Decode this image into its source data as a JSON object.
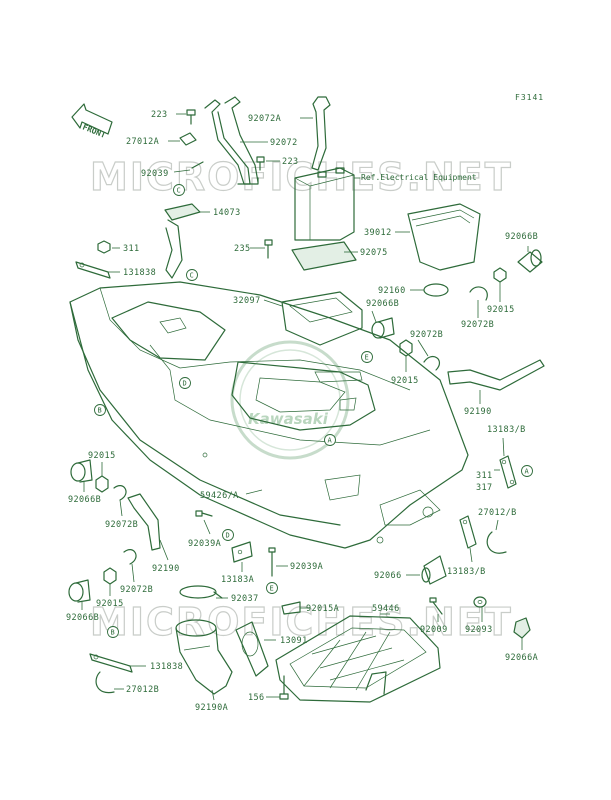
{
  "figure_code": "F3141",
  "front_label": "FRONT",
  "watermark_text": "MICROFICHES.NET",
  "logo_text": "Kawasaki",
  "reference_note": "Ref.Electrical Equipment",
  "callouts": [
    "C",
    "C",
    "D",
    "E",
    "A",
    "B",
    "A",
    "D",
    "E",
    "B"
  ],
  "part_labels": {
    "p223_top": "223",
    "p27012a_top": "27012A",
    "p92039_top": "92039",
    "p92072a": "92072A",
    "p92072": "92072",
    "p223_mid": "223",
    "p14073": "14073",
    "p39012": "39012",
    "p92066b_top": "92066B",
    "p235": "235",
    "p92075": "92075",
    "p311_top": "311",
    "p131838_top": "131838",
    "p32097": "32097",
    "p92160": "92160",
    "p92066b_mid": "92066B",
    "p92015_r1": "92015",
    "p92072b_r": "92072B",
    "p92072b_r2": "92072B",
    "p92015_r2": "92015",
    "p92190_r": "92190",
    "p13183b_top": "13183/B",
    "p311_r": "311",
    "p317_r": "317",
    "p92015_l1": "92015",
    "p92066b_l1": "92066B",
    "p59426a": "59426/A",
    "p92072b_l": "92072B",
    "p92190_l": "92190",
    "p92039a_l": "92039A",
    "p27012b_r": "27012/B",
    "p13183a": "13183A",
    "p92039a_m": "92039A",
    "p92066_r": "92066",
    "p13183b_bot": "13183/B",
    "p92072b_l2": "92072B",
    "p92037": "92037",
    "p92015_l2": "92015",
    "p92066b_l2": "92066B",
    "p92015a": "92015A",
    "p59446": "59446",
    "p92009": "92009",
    "p92093": "92093",
    "p92066a": "92066A",
    "p13091": "13091",
    "p131838_bot": "131838",
    "p27012b_l": "27012B",
    "p92190a": "92190A",
    "p156": "156"
  }
}
